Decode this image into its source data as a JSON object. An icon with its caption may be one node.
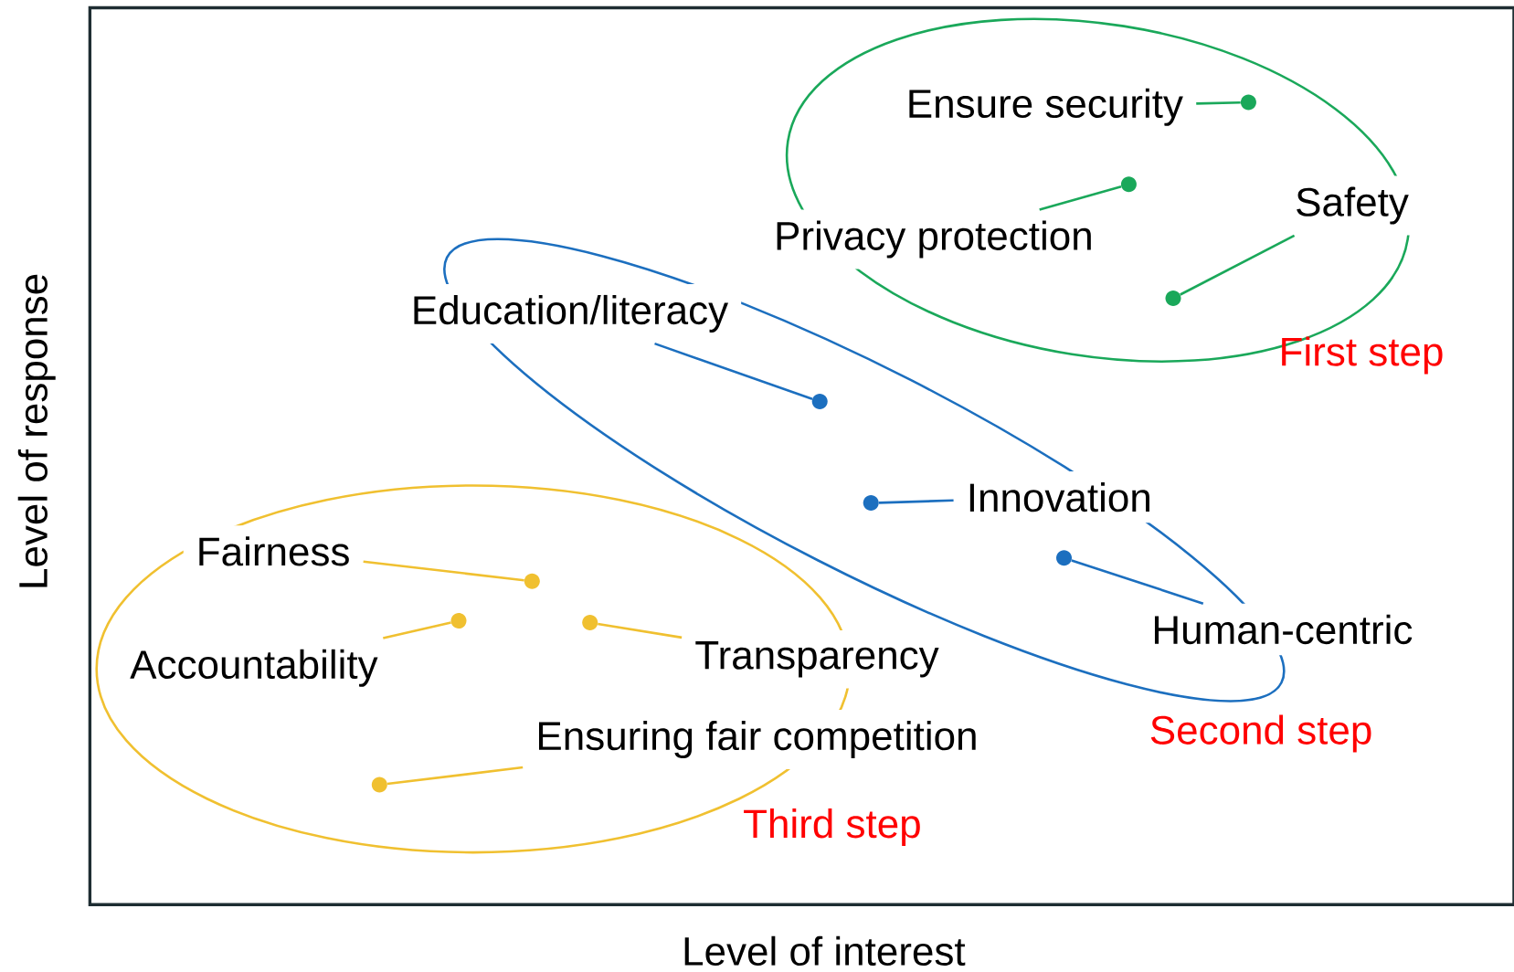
{
  "diagram": {
    "nodes": [
      {
        "text": [
          "Ensure security"
        ]
      },
      {
        "text": [],
        "shape": "circle"
      },
      {
        "text": [
          "Privacy protection"
        ]
      },
      {
        "text": [],
        "shape": "circle"
      },
      {
        "text": [
          "Safety"
        ]
      },
      {
        "text": [],
        "shape": "circle"
      },
      {
        "text": [
          "Education/literacy"
        ]
      },
      {
        "text": [],
        "shape": "circle"
      },
      {
        "text": [
          "Innovation"
        ]
      },
      {
        "text": [],
        "shape": "circle"
      },
      {
        "text": [
          "Human-centric"
        ]
      },
      {
        "text": [],
        "shape": "circle"
      },
      {
        "text": [
          "Fairness"
        ]
      },
      {
        "text": [],
        "shape": "circle"
      },
      {
        "text": [
          "Accountability"
        ]
      },
      {
        "text": [],
        "shape": "circle"
      },
      {
        "text": [
          "Transparency"
        ]
      },
      {
        "text": [],
        "shape": "circle"
      },
      {
        "text": [
          "Ensuring fair competition"
        ]
      },
      {
        "text": [],
        "shape": "circle"
      }
    ],
    "edges": [
      {
        "from": 0,
        "to": 1,
        "arrow": "none",
        "color": "#1aa85a"
      },
      {
        "from": 2,
        "to": 3,
        "arrow": "none",
        "color": "#1aa85a"
      },
      {
        "from": 4,
        "to": 5,
        "arrow": "none",
        "color": "#1aa85a"
      },
      {
        "from": 6,
        "to": 7,
        "arrow": "none",
        "color": "#1c6fbf"
      },
      {
        "from": 8,
        "to": 9,
        "arrow": "none",
        "color": "#1c6fbf"
      },
      {
        "from": 10,
        "to": 11,
        "arrow": "none",
        "color": "#1c6fbf"
      },
      {
        "from": 12,
        "to": 13,
        "arrow": "none"
      },
      {
        "from": 14,
        "to": 15,
        "arrow": "none"
      },
      {
        "from": 16,
        "to": 17,
        "arrow": "none"
      },
      {
        "from": 18,
        "to": 19,
        "arrow": "none"
      }
    ],
    "labels": [
      "First step",
      "Second step",
      "Third step",
      "Level of response",
      "Level of interest"
    ]
  }
}
